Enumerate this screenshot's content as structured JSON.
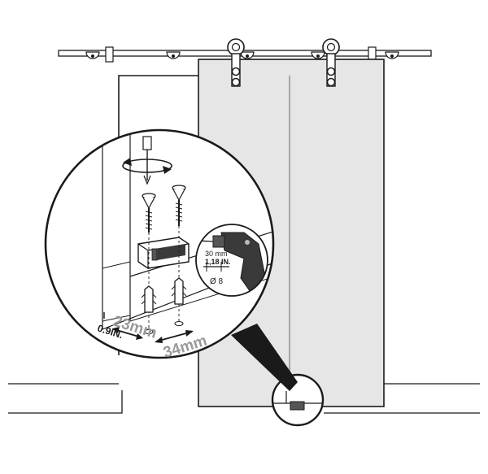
{
  "diagram": {
    "drill_callout": {
      "depth_mm": "30 mm",
      "depth_in": "1,18 IN.",
      "bit_diameter": "Ø 8"
    },
    "dimensions": {
      "edge_offset_mm": "23mm",
      "edge_offset_in": "0.9IN.",
      "hole_spacing_mm": "34mm"
    },
    "colors": {
      "line": "#1a1a1a",
      "door_fill": "#e6e6e6",
      "dimension_text": "#9a9a9a"
    }
  }
}
